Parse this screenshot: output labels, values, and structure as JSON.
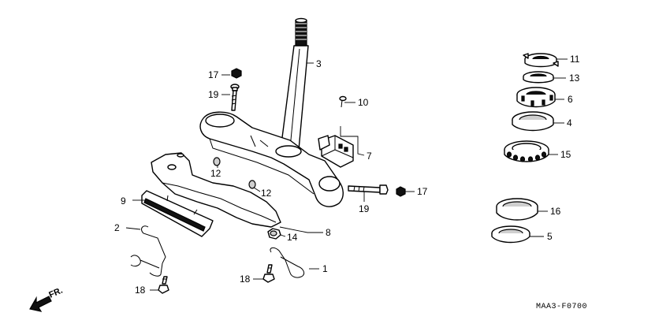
{
  "diagram_code": "MAA3-F0700",
  "direction_label": "FR.",
  "callouts": [
    {
      "id": "c1",
      "text": "1"
    },
    {
      "id": "c2",
      "text": "2"
    },
    {
      "id": "c3",
      "text": "3"
    },
    {
      "id": "c4",
      "text": "4"
    },
    {
      "id": "c5",
      "text": "5"
    },
    {
      "id": "c6",
      "text": "6"
    },
    {
      "id": "c7",
      "text": "7"
    },
    {
      "id": "c8",
      "text": "8"
    },
    {
      "id": "c9",
      "text": "9"
    },
    {
      "id": "c10",
      "text": "10"
    },
    {
      "id": "c11",
      "text": "11"
    },
    {
      "id": "c12a",
      "text": "12"
    },
    {
      "id": "c12b",
      "text": "12"
    },
    {
      "id": "c13",
      "text": "13"
    },
    {
      "id": "c14",
      "text": "14"
    },
    {
      "id": "c15",
      "text": "15"
    },
    {
      "id": "c16",
      "text": "16"
    },
    {
      "id": "c17a",
      "text": "17"
    },
    {
      "id": "c17b",
      "text": "17"
    },
    {
      "id": "c18a",
      "text": "18"
    },
    {
      "id": "c18b",
      "text": "18"
    },
    {
      "id": "c19a",
      "text": "19"
    },
    {
      "id": "c19b",
      "text": "19"
    }
  ]
}
